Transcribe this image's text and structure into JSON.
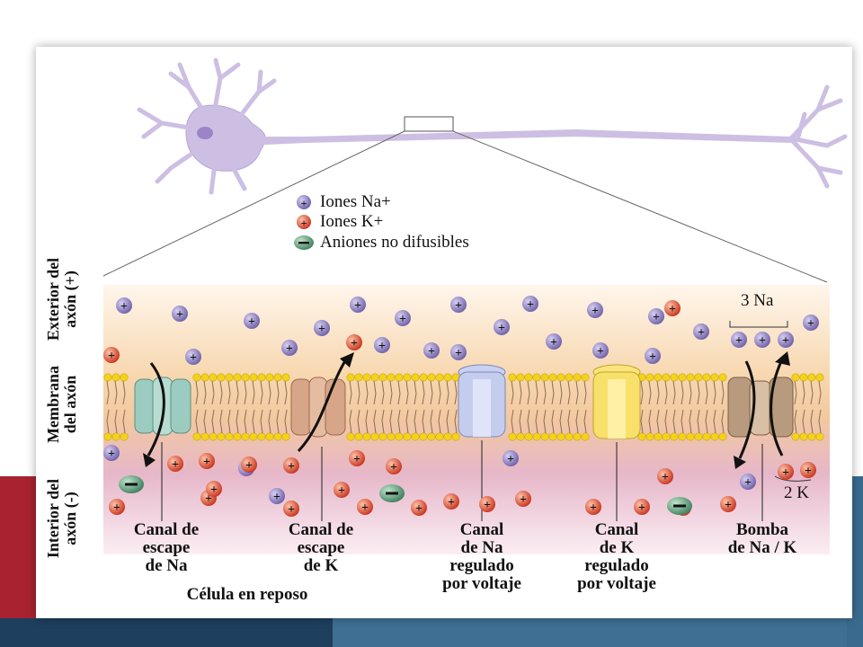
{
  "legend": {
    "na_label": "Iones Na+",
    "k_label": "Iones K+",
    "anion_label": "Aniones no difusibles"
  },
  "side_labels": {
    "exterior": [
      "Exterior del",
      "axón (+)"
    ],
    "membrane": [
      "Membrana",
      "del axón"
    ],
    "interior": [
      "Interior del",
      "axón (-)"
    ]
  },
  "channels": [
    {
      "id": "na-leak",
      "lines": [
        "Canal de",
        "escape",
        "de Na"
      ]
    },
    {
      "id": "k-leak",
      "lines": [
        "Canal de",
        "escape",
        "de K"
      ]
    },
    {
      "id": "na-voltage",
      "lines": [
        "Canal",
        "de Na",
        "regulado",
        "por voltaje"
      ]
    },
    {
      "id": "k-voltage",
      "lines": [
        "Canal",
        "de K",
        "regulado",
        "por voltaje"
      ]
    },
    {
      "id": "pump",
      "lines": [
        "Bomba",
        "de Na / K"
      ]
    }
  ],
  "pump_annotations": {
    "top": "3 Na",
    "bottom": "2 K"
  },
  "caption": "Célula en reposo",
  "colors": {
    "na_ion": "#8a7bbf",
    "k_ion": "#d9432b",
    "anion": "#5d9b7a",
    "neuron": "#cdbfe3",
    "exterior_band": "#f6d2a8",
    "interior_band": "#e4b6cc",
    "lipid_head": "#f4d21c"
  }
}
